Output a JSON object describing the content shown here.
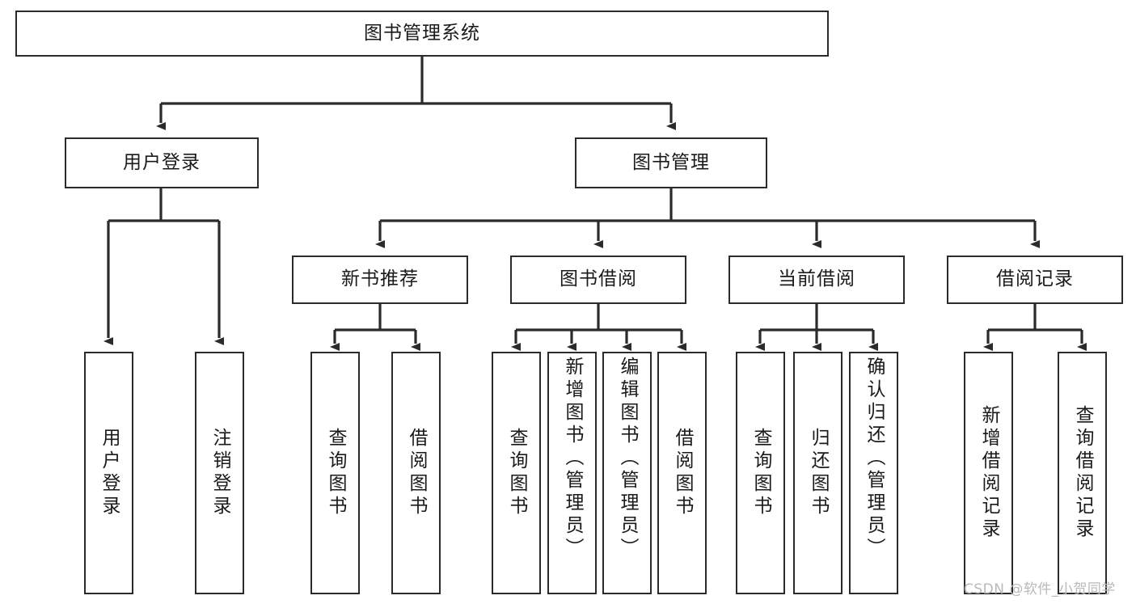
{
  "diagram": {
    "title": "图书管理系统",
    "type": "tree-hierarchy-diagram",
    "root": {
      "id": "root",
      "label": "图书管理系统"
    },
    "level2": [
      {
        "id": "user-login",
        "label": "用户登录"
      },
      {
        "id": "book-management",
        "label": "图书管理"
      }
    ],
    "level3": [
      {
        "id": "new-book-recommend",
        "label": "新书推荐",
        "parent": "book-management"
      },
      {
        "id": "book-borrow",
        "label": "图书借阅",
        "parent": "book-management"
      },
      {
        "id": "current-borrow",
        "label": "当前借阅",
        "parent": "book-management"
      },
      {
        "id": "borrow-record",
        "label": "借阅记录",
        "parent": "book-management"
      }
    ],
    "leaves": {
      "user_login": [
        {
          "id": "leaf-user-login",
          "label": "用户登录"
        },
        {
          "id": "leaf-user-logout",
          "label": "注销登录"
        }
      ],
      "new_book_recommend": [
        {
          "id": "leaf-query-book-1",
          "label": "查询图书"
        },
        {
          "id": "leaf-borrow-book-1",
          "label": "借阅图书"
        }
      ],
      "book_borrow": [
        {
          "id": "leaf-query-book-2",
          "label": "查询图书"
        },
        {
          "id": "leaf-add-book",
          "label": "新增图书（管理员）"
        },
        {
          "id": "leaf-edit-book",
          "label": "编辑图书（管理员）"
        },
        {
          "id": "leaf-borrow-book-2",
          "label": "借阅图书"
        }
      ],
      "current_borrow": [
        {
          "id": "leaf-query-book-3",
          "label": "查询图书"
        },
        {
          "id": "leaf-return-book",
          "label": "归还图书"
        },
        {
          "id": "leaf-confirm-return",
          "label": "确认归还（管理员）"
        }
      ],
      "borrow_record": [
        {
          "id": "leaf-add-record",
          "label": "新增借阅记录"
        },
        {
          "id": "leaf-query-record",
          "label": "查询借阅记录"
        }
      ]
    }
  },
  "watermark": {
    "text": "CSDN @软件_小贺同学"
  },
  "colors": {
    "stroke": "#2b2b2b",
    "fill": "#ffffff",
    "text": "#1a1a1a",
    "watermark": "#b9b9b9"
  }
}
